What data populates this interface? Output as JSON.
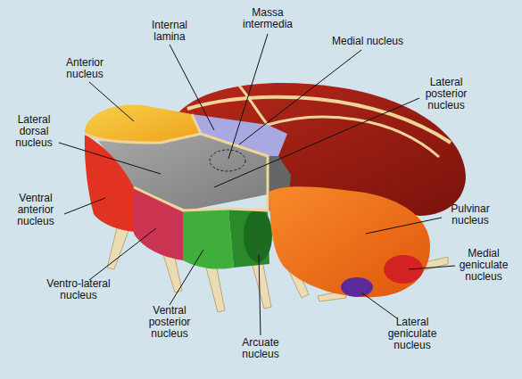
{
  "diagram": {
    "labels": [
      "Massa intermedia",
      "Internal lamina",
      "Medial nucleus",
      "Anterior nucleus",
      "Lateral posterior nucleus",
      "Lateral dorsal nucleus",
      "Ventral anterior nucleus",
      "Pulvinar nucleus",
      "Medial geniculate nucleus",
      "Ventro-lateral nucleus",
      "Ventral posterior nucleus",
      "Lateral geniculate nucleus",
      "Arcuate nucleus"
    ]
  }
}
